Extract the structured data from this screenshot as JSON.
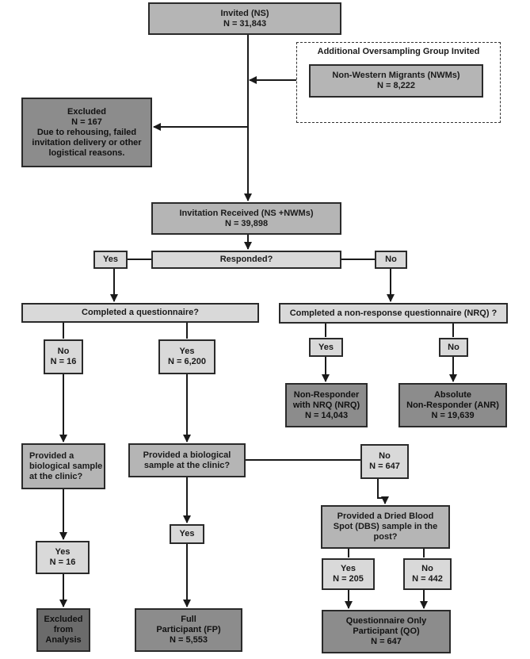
{
  "colors": {
    "light_box": "#d9d9d9",
    "mid_box": "#b5b5b5",
    "dark_box": "#8c8c8c",
    "darker_box": "#6b6b6b",
    "line": "#1a1a1a"
  },
  "invited": {
    "title": "Invited (NS)",
    "n": "N = 31,843"
  },
  "oversampling": {
    "title": "Additional Oversampling Group Invited",
    "box_title": "Non-Western Migrants (NWMs)",
    "n": "N = 8,222"
  },
  "excluded": {
    "title": "Excluded",
    "n": "N = 167",
    "reason1": "Due to rehousing, failed",
    "reason2": "invitation delivery or other",
    "reason3": "logistical reasons."
  },
  "received": {
    "title": "Invitation Received (NS +NWMs)",
    "n": "N =  39,898"
  },
  "responded": {
    "question": "Responded?",
    "yes": "Yes",
    "no": "No"
  },
  "questionnaire": {
    "question": "Completed a questionnaire?"
  },
  "nrq": {
    "question": "Completed a non-response questionnaire (NRQ) ?",
    "yes": "Yes",
    "no": "No"
  },
  "q_no": {
    "label": "No",
    "n": "N = 16"
  },
  "q_yes": {
    "label": "Yes",
    "n": "N = 6,200"
  },
  "nonresponder_nrq": {
    "line1": "Non-Responder",
    "line2": "with NRQ (NRQ)",
    "n": "N = 14,043"
  },
  "absolute_nonresponder": {
    "line1": "Absolute",
    "line2": "Non-Responder (ANR)",
    "n": "N = 19,639"
  },
  "bio_left": {
    "line1": "Provided a",
    "line2": "biological sample",
    "line3": "at the clinic?"
  },
  "bio_center": {
    "line1": "Provided a biological",
    "line2": "sample at the clinic?"
  },
  "bio_no": {
    "label": "No",
    "n": "N = 647"
  },
  "dbs": {
    "line1": "Provided  a Dried Blood",
    "line2": "Spot (DBS)  sample in the",
    "line3": "post?"
  },
  "bio_left_yes": {
    "label": "Yes",
    "n": "N = 16"
  },
  "bio_center_yes": {
    "label": "Yes"
  },
  "dbs_yes": {
    "label": "Yes",
    "n": "N = 205"
  },
  "dbs_no": {
    "label": "No",
    "n": "N = 442"
  },
  "excluded_analysis": {
    "line1": "Excluded",
    "line2": "from",
    "line3": "Analysis"
  },
  "full_participant": {
    "line1": "Full",
    "line2": "Participant (FP)",
    "n": "N = 5,553"
  },
  "questionnaire_only": {
    "line1": "Questionnaire Only",
    "line2": "Participant (QO)",
    "n": "N = 647"
  }
}
